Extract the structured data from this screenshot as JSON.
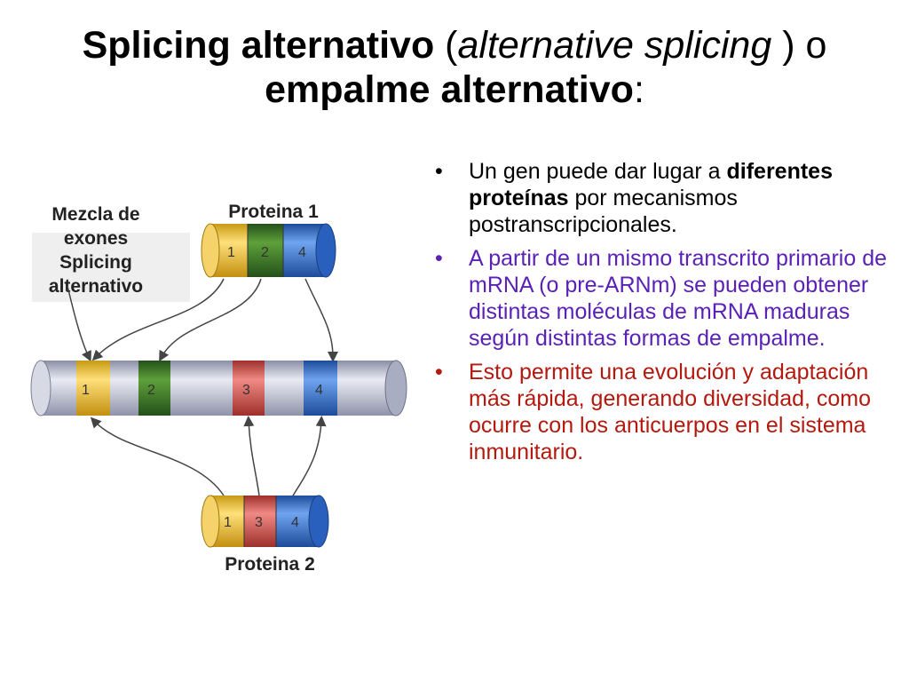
{
  "title": {
    "part1": "Splicing alternativo",
    "part2": " (",
    "part3": "alternative splicing",
    "part4": " ) o ",
    "part5": "empalme alternativo",
    "part6": ":"
  },
  "bullets": [
    {
      "color": "#000000",
      "pre": "Un gen puede dar lugar a ",
      "bold": "diferentes proteínas",
      "post": " por mecanismos postranscripcionales."
    },
    {
      "color": "#5B21B6",
      "text": "A partir de un mismo transcrito primario de mRNA (o pre-ARNm) se pueden obtener distintas moléculas de mRNA maduras según distintas formas de empalme."
    },
    {
      "color": "#B3190E",
      "text": "Esto permite una evolución y adaptación más rápida, generando diversidad, como ocurre con los anticuerpos en el sistema inmunitario."
    }
  ],
  "figure": {
    "label_lines": [
      "Mezcla de",
      "exones",
      "Splicing",
      "alternativo"
    ],
    "protein1": "Proteina 1",
    "protein2": "Proteina 2",
    "exons": {
      "e1": "1",
      "e2": "2",
      "e3": "3",
      "e4": "4"
    },
    "colors": {
      "exon1": "#F2C12E",
      "exon2": "#3E7A1E",
      "exon3": "#D9534F",
      "exon4": "#2F6FD1",
      "tube": "#C9CCDA"
    }
  }
}
